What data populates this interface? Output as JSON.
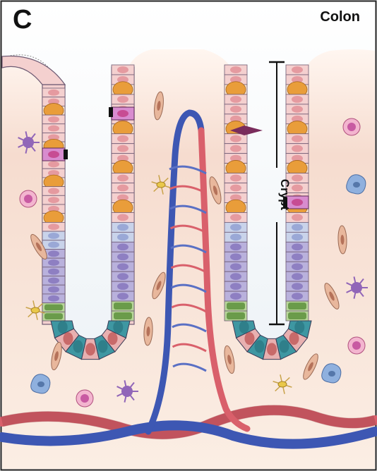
{
  "figure": {
    "panel_letter": "C",
    "title": "Colon",
    "crypt_label": "Crypt"
  },
  "colors": {
    "border": "#222222",
    "lamina_propria": "#f9e6da",
    "enterocyte": "#f4d0cf",
    "goblet": "#e99d3a",
    "enteroendocrine": "#b35aa8",
    "tuft": "#c74c93",
    "transit_amplifying": "#8e7fc2",
    "progenitor": "#c9d3ea",
    "reserve_green": "#6a9b4a",
    "stem_cell": "#2f7f8a",
    "paneth_like": "#e8a7a7",
    "artery": "#d9606b",
    "vein": "#3d57b3",
    "fibroblast": "#e8b79c",
    "immune_cell": "#c85aa2",
    "macrophage": "#8fb0de",
    "dendritic": "#9166b8",
    "neuron": "#e9c84a"
  },
  "icons": [
    "crypt-scale-bar",
    "fibroblast-cell",
    "macrophage-cell",
    "dendritic-cell",
    "glial-cell",
    "plasma-cell"
  ]
}
